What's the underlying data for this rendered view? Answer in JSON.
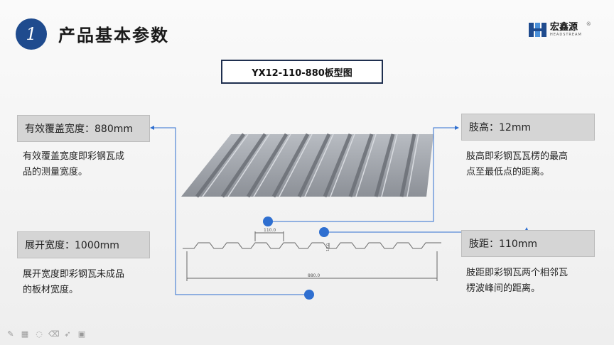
{
  "header": {
    "number": "1",
    "title": "产品基本参数"
  },
  "logo": {
    "brand": "宏鑫源",
    "sub": "HEADSTREAM",
    "reg": "®"
  },
  "model_title": "YX12-110-880板型图",
  "params": {
    "coverage": {
      "label": "有效覆盖宽度：880mm",
      "desc_line1": "有效覆盖宽度即彩钢瓦成",
      "desc_line2": "品的测量宽度。"
    },
    "unfold": {
      "label": "展开宽度：1000mm",
      "desc_line1": "展开宽度即彩钢瓦未成品",
      "desc_line2": "的板材宽度。"
    },
    "rib_height": {
      "label": "肢高：12mm",
      "desc_line1": "肢高即彩钢瓦瓦楞的最高",
      "desc_line2": "点至最低点的距离。"
    },
    "rib_pitch": {
      "label": "肢距：110mm",
      "desc_line1": "肢距即彩钢瓦两个相邻瓦",
      "desc_line2": "楞波峰间的距离。"
    }
  },
  "drawing": {
    "pitch_label": "110.0",
    "height_label": "12.0",
    "width_label": "880.0"
  },
  "colors": {
    "accent": "#1f4b8e",
    "line": "#2f6fd0",
    "label_bg": "#d5d5d5"
  },
  "toolbar_icons": [
    "pen-icon",
    "grid-icon",
    "comment-icon",
    "eraser-icon",
    "pointer-icon",
    "camera-icon"
  ]
}
